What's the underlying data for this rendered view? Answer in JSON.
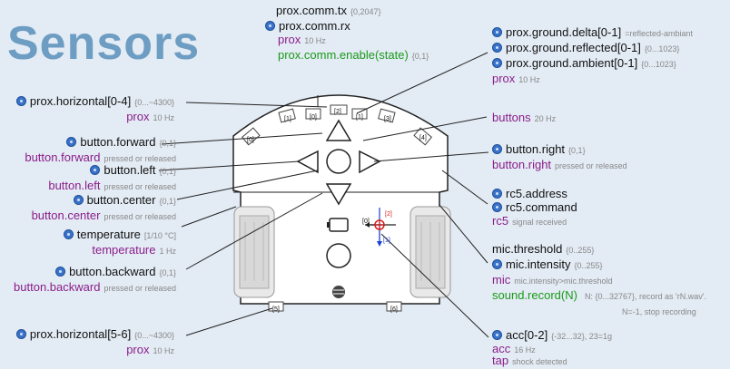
{
  "title": "Sensors",
  "left": [
    {
      "var": "prox.horizontal[0-4]",
      "range": "{0...~4300}",
      "event": "prox",
      "event_info": "10 Hz"
    },
    {
      "var": "button.forward",
      "range": "{0,1}",
      "event": "button.forward",
      "event_info": "pressed or released"
    },
    {
      "var": "button.left",
      "range": "{0,1}",
      "event": "button.left",
      "event_info": "pressed or released"
    },
    {
      "var": "button.center",
      "range": "{0,1}",
      "event": "button.center",
      "event_info": "pressed or released"
    },
    {
      "var": "temperature",
      "range": "[1/10 °C]",
      "event": "temperature",
      "event_info": "1 Hz"
    },
    {
      "var": "button.backward",
      "range": "{0,1}",
      "event": "button.backward",
      "event_info": "pressed or released"
    },
    {
      "var": "prox.horizontal[5-6]",
      "range": "{0...~4300}",
      "event": "prox",
      "event_info": "10 Hz"
    }
  ],
  "comm": {
    "tx": "prox.comm.tx",
    "tx_range": "{0,2047}",
    "rx": "prox.comm.rx",
    "event": "prox",
    "event_info": "10 Hz",
    "func": "prox.comm.enable(state)",
    "func_range": "{0,1}"
  },
  "ground": {
    "delta": "prox.ground.delta[0-1]",
    "delta_note": "=reflected-ambiant",
    "reflected": "prox.ground.reflected[0-1]",
    "reflected_range": "{0...1023}",
    "ambient": "prox.ground.ambient[0-1]",
    "ambient_range": "{0...1023}",
    "event": "prox",
    "event_info": "10 Hz"
  },
  "buttons": {
    "event": "buttons",
    "event_info": "20 Hz"
  },
  "button_right": {
    "var": "button.right",
    "range": "{0,1}",
    "event": "button.right",
    "event_info": "pressed or released"
  },
  "rc5": {
    "address": "rc5.address",
    "command": "rc5.command",
    "event": "rc5",
    "event_info": "signal received"
  },
  "mic": {
    "threshold": "mic.threshold",
    "threshold_range": "{0..255}",
    "intensity": "mic.intensity",
    "intensity_range": "{0..255}",
    "event": "mic",
    "event_info": "mic.intensity>mic.threshold",
    "func": "sound.record(N)",
    "func_info1": "N: {0...32767}, record as 'rN.wav'.",
    "func_info2": "N=-1, stop recording"
  },
  "acc": {
    "var": "acc[0-2]",
    "range": "{-32...32}, 23=1g",
    "event": "acc",
    "event_info": "16 Hz",
    "event2": "tap",
    "event2_info": "shock detected"
  },
  "robot_labels": {
    "s0": "[0]",
    "s1": "[1]",
    "s2": "[2]",
    "s3": "[3]",
    "s4": "[4]",
    "s5": "[5]",
    "s6": "[6]",
    "ax0": "[0]",
    "ax1": "[1]",
    "ax2": "[2]"
  }
}
